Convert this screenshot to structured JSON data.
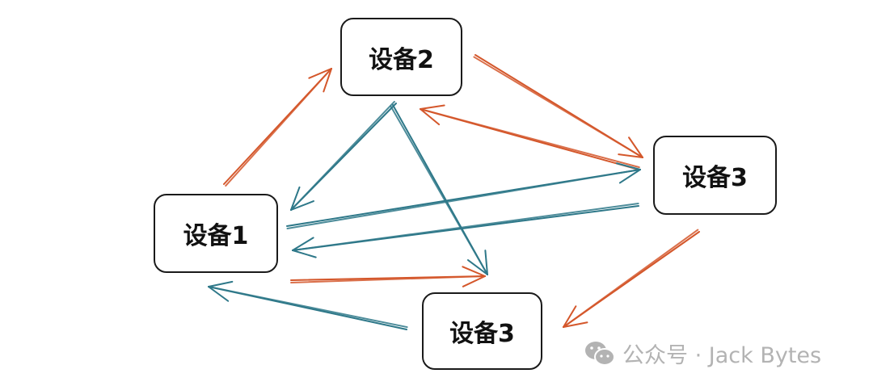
{
  "nodes": {
    "device1": "设备1",
    "device2": "设备2",
    "device3_right": "设备3",
    "device3_bottom": "设备3"
  },
  "edges": [
    {
      "from": "device1",
      "to": "device2",
      "color": "orange"
    },
    {
      "from": "device2",
      "to": "device3_right",
      "color": "orange"
    },
    {
      "from": "device3_right",
      "to": "device2",
      "color": "orange"
    },
    {
      "from": "device1",
      "to": "device3_bottom",
      "color": "orange"
    },
    {
      "from": "device3_right",
      "to": "device3_bottom",
      "color": "orange"
    },
    {
      "from": "device2",
      "to": "device1",
      "color": "teal"
    },
    {
      "from": "device2",
      "to": "device3_bottom",
      "color": "teal"
    },
    {
      "from": "device1",
      "to": "device3_right",
      "color": "teal"
    },
    {
      "from": "device3_right",
      "to": "device1",
      "color": "teal"
    },
    {
      "from": "device3_bottom",
      "to": "device1",
      "color": "teal"
    }
  ],
  "colors": {
    "orange": "#d4572b",
    "teal": "#2e7889"
  },
  "watermark": {
    "text": "公众号 · Jack Bytes",
    "icon": "wechat-icon"
  }
}
